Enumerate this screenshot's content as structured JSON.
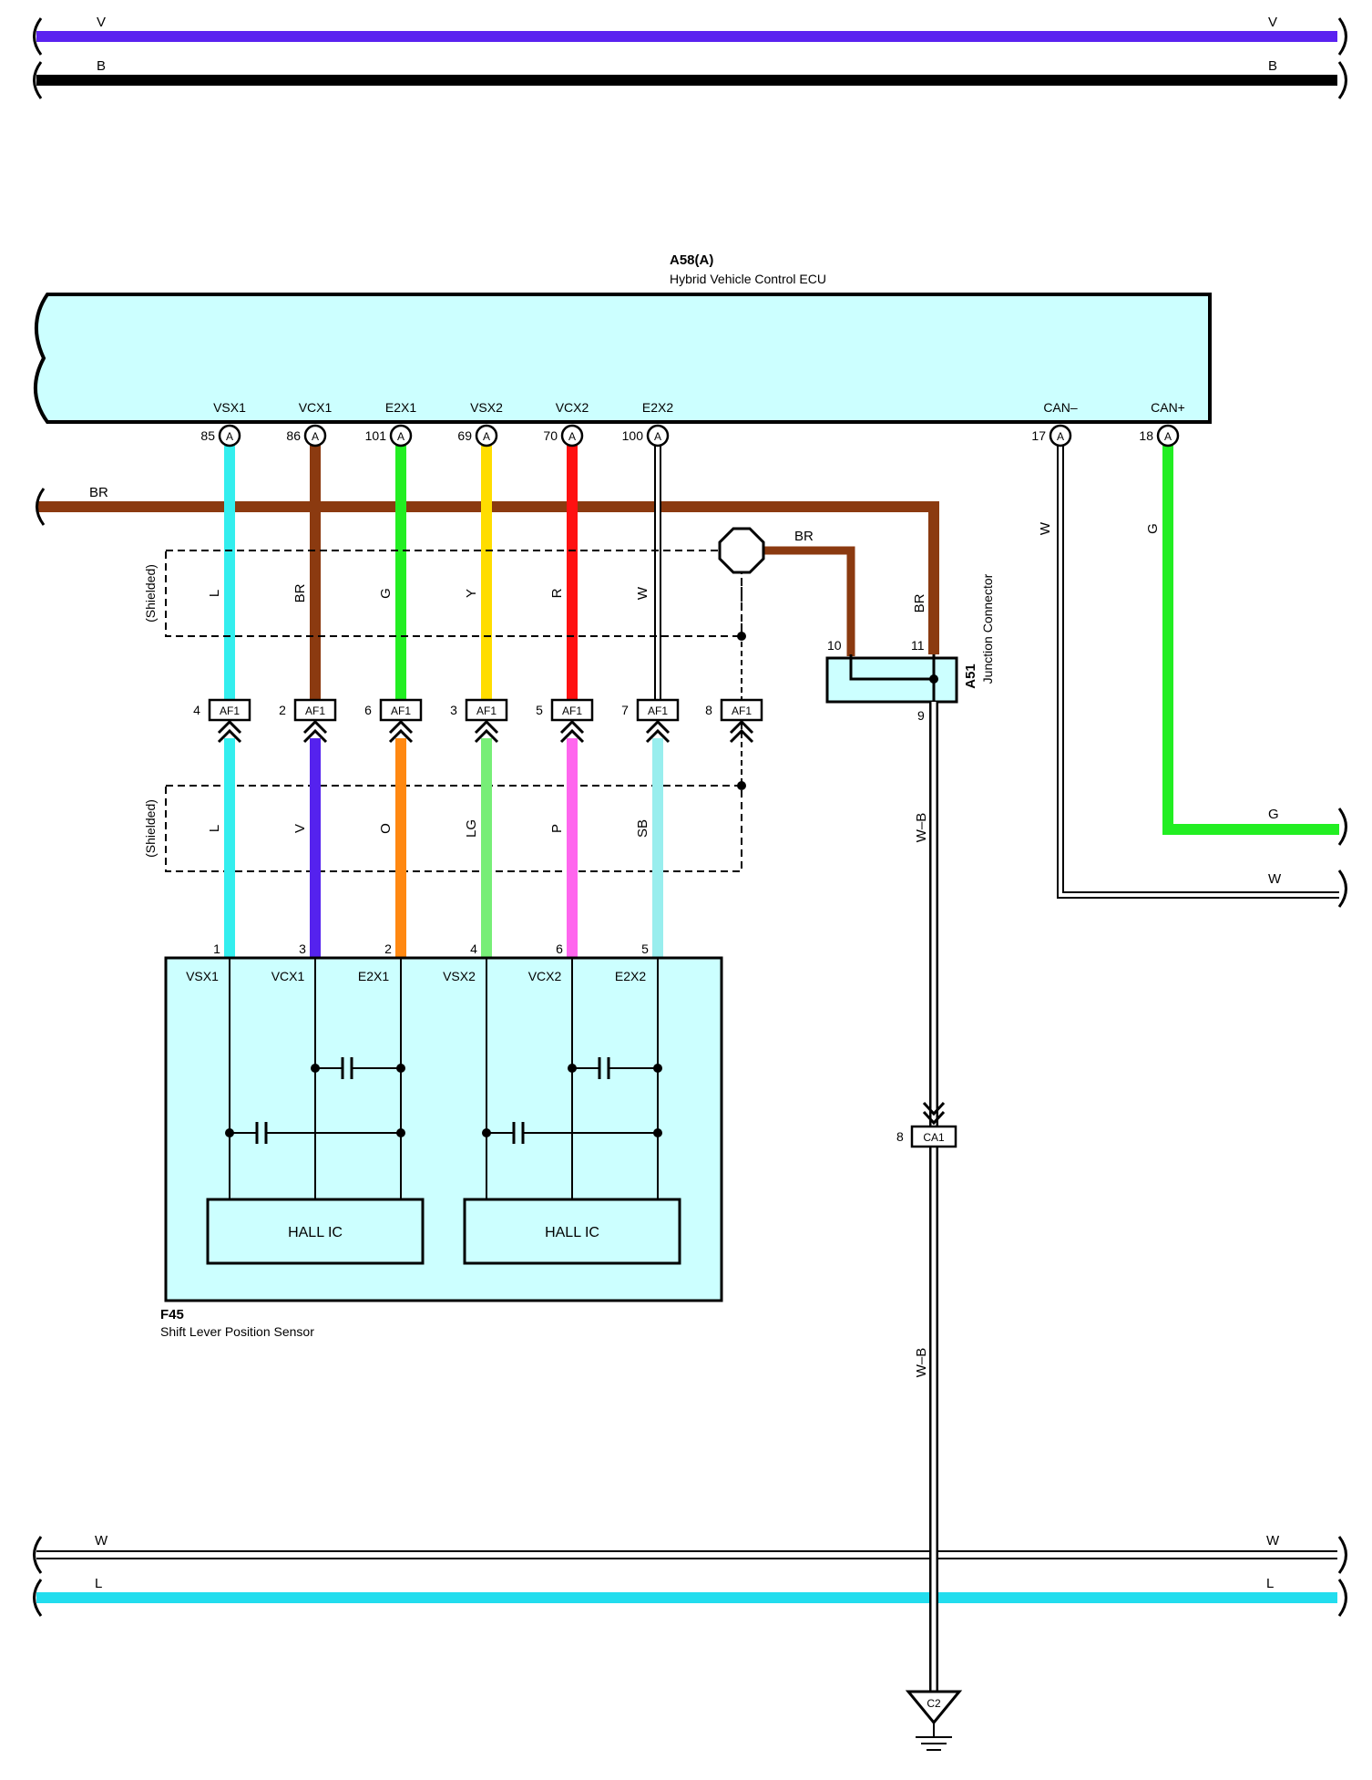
{
  "buses": {
    "top": [
      {
        "label": "V",
        "color": "#5a22f0"
      },
      {
        "label": "B",
        "color": "#000000"
      }
    ],
    "bottom": [
      {
        "label": "W",
        "color": "#ffffff"
      },
      {
        "label": "L",
        "color": "#22ddee"
      }
    ]
  },
  "ecu": {
    "id": "A58(A)",
    "name": "Hybrid Vehicle Control ECU",
    "fill": "#ccffff",
    "connector_letter": "A",
    "pins": [
      {
        "label": "VSX1",
        "num": "85"
      },
      {
        "label": "VCX1",
        "num": "86"
      },
      {
        "label": "E2X1",
        "num": "101"
      },
      {
        "label": "VSX2",
        "num": "69"
      },
      {
        "label": "VCX2",
        "num": "70"
      },
      {
        "label": "E2X2",
        "num": "100"
      },
      {
        "label": "CAN–",
        "num": "17"
      },
      {
        "label": "CAN+",
        "num": "18"
      }
    ]
  },
  "br_bus_label": "BR",
  "upper_wires": [
    {
      "color_code": "L",
      "color": "#33eeee"
    },
    {
      "color_code": "BR",
      "color": "#8b3a10"
    },
    {
      "color_code": "G",
      "color": "#22ee22"
    },
    {
      "color_code": "Y",
      "color": "#ffdd00"
    },
    {
      "color_code": "R",
      "color": "#ff1111"
    },
    {
      "color_code": "W",
      "color": "#ffffff"
    }
  ],
  "shield_label": "(Shielded)",
  "af1": {
    "name": "AF1",
    "pins": [
      "4",
      "2",
      "6",
      "3",
      "5",
      "7",
      "8"
    ]
  },
  "lower_wires": [
    {
      "color_code": "L",
      "color": "#33eeee"
    },
    {
      "color_code": "V",
      "color": "#5522ee"
    },
    {
      "color_code": "O",
      "color": "#ff8811"
    },
    {
      "color_code": "LG",
      "color": "#77ee77"
    },
    {
      "color_code": "P",
      "color": "#ff66ee"
    },
    {
      "color_code": "SB",
      "color": "#99eeee"
    }
  ],
  "sensor": {
    "id": "F45",
    "name": "Shift Lever Position Sensor",
    "pins": [
      {
        "label": "VSX1",
        "num": "1"
      },
      {
        "label": "VCX1",
        "num": "3"
      },
      {
        "label": "E2X1",
        "num": "2"
      },
      {
        "label": "VSX2",
        "num": "4"
      },
      {
        "label": "VCX2",
        "num": "6"
      },
      {
        "label": "E2X2",
        "num": "5"
      }
    ],
    "ic_label": "HALL IC"
  },
  "junction": {
    "id": "A51",
    "name": "Junction Connector",
    "pins": [
      "10",
      "11",
      "9"
    ],
    "wire_br": "BR",
    "wire_br2": "BR"
  },
  "ground_wire": {
    "label1": "W–B",
    "label2": "W–B"
  },
  "ca1": {
    "name": "CA1",
    "pin": "8"
  },
  "ground": {
    "name": "C2"
  },
  "can": {
    "w_label": "W",
    "g_label": "G",
    "w_end": "W",
    "g_end": "G"
  }
}
